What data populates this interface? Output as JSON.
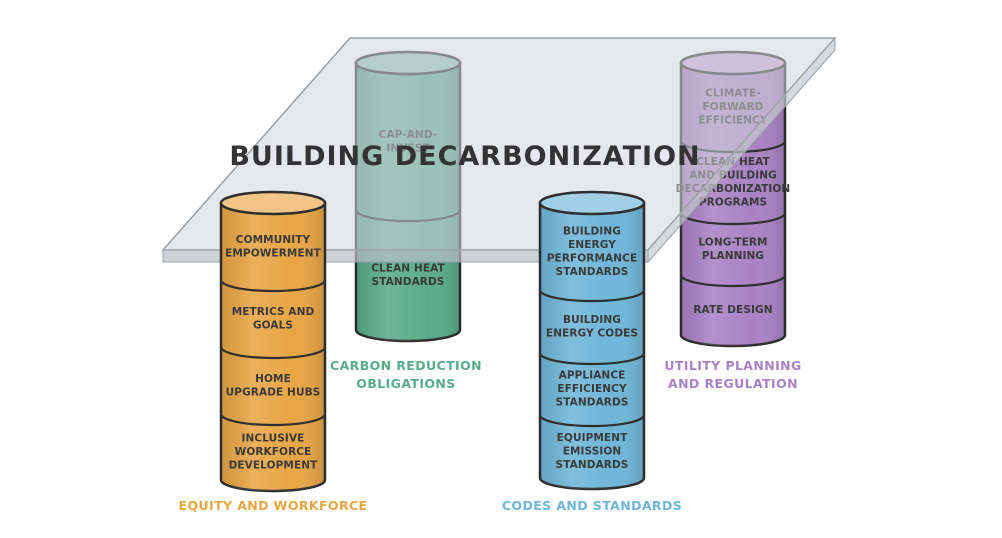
{
  "title": "BUILDING DECARBONIZATION",
  "colors": {
    "equity": "#e8a544",
    "carbon": "#5aab8c",
    "codes": "#6fb6d8",
    "utility": "#a982c4",
    "outline": "#2f2f2f",
    "platform": "#d4d8dc"
  },
  "pillars": [
    {
      "key": "equity",
      "title": [
        "EQUITY AND WORKFORCE"
      ],
      "segments": [
        [
          "COMMUNITY",
          "EMPOWERMENT"
        ],
        [
          "METRICS AND",
          "GOALS"
        ],
        [
          "HOME",
          "UPGRADE HUBS"
        ],
        [
          "INCLUSIVE",
          "WORKFORCE",
          "DEVELOPMENT"
        ]
      ]
    },
    {
      "key": "carbon",
      "title": [
        "CARBON REDUCTION",
        "OBLIGATIONS"
      ],
      "segments": [
        [
          "CAP-AND-",
          "INVEST"
        ],
        [
          "CLEAN HEAT",
          "STANDARDS"
        ]
      ]
    },
    {
      "key": "codes",
      "title": [
        "CODES AND STANDARDS"
      ],
      "segments": [
        [
          "BUILDING",
          "ENERGY",
          "PERFORMANCE",
          "STANDARDS"
        ],
        [
          "BUILDING",
          "ENERGY CODES"
        ],
        [
          "APPLIANCE",
          "EFFICIENCY",
          "STANDARDS"
        ],
        [
          "EQUIPMENT",
          "EMISSION",
          "STANDARDS"
        ]
      ]
    },
    {
      "key": "utility",
      "title": [
        "UTILITY PLANNING",
        "AND REGULATION"
      ],
      "segments": [
        [
          "CLIMATE-",
          "FORWARD",
          "EFFICIENCY"
        ],
        [
          "CLEAN HEAT",
          "AND BUILDING",
          "DECARBONIZATION",
          "PROGRAMS"
        ],
        [
          "LONG-TERM",
          "PLANNING"
        ],
        [
          "RATE DESIGN"
        ]
      ]
    }
  ]
}
